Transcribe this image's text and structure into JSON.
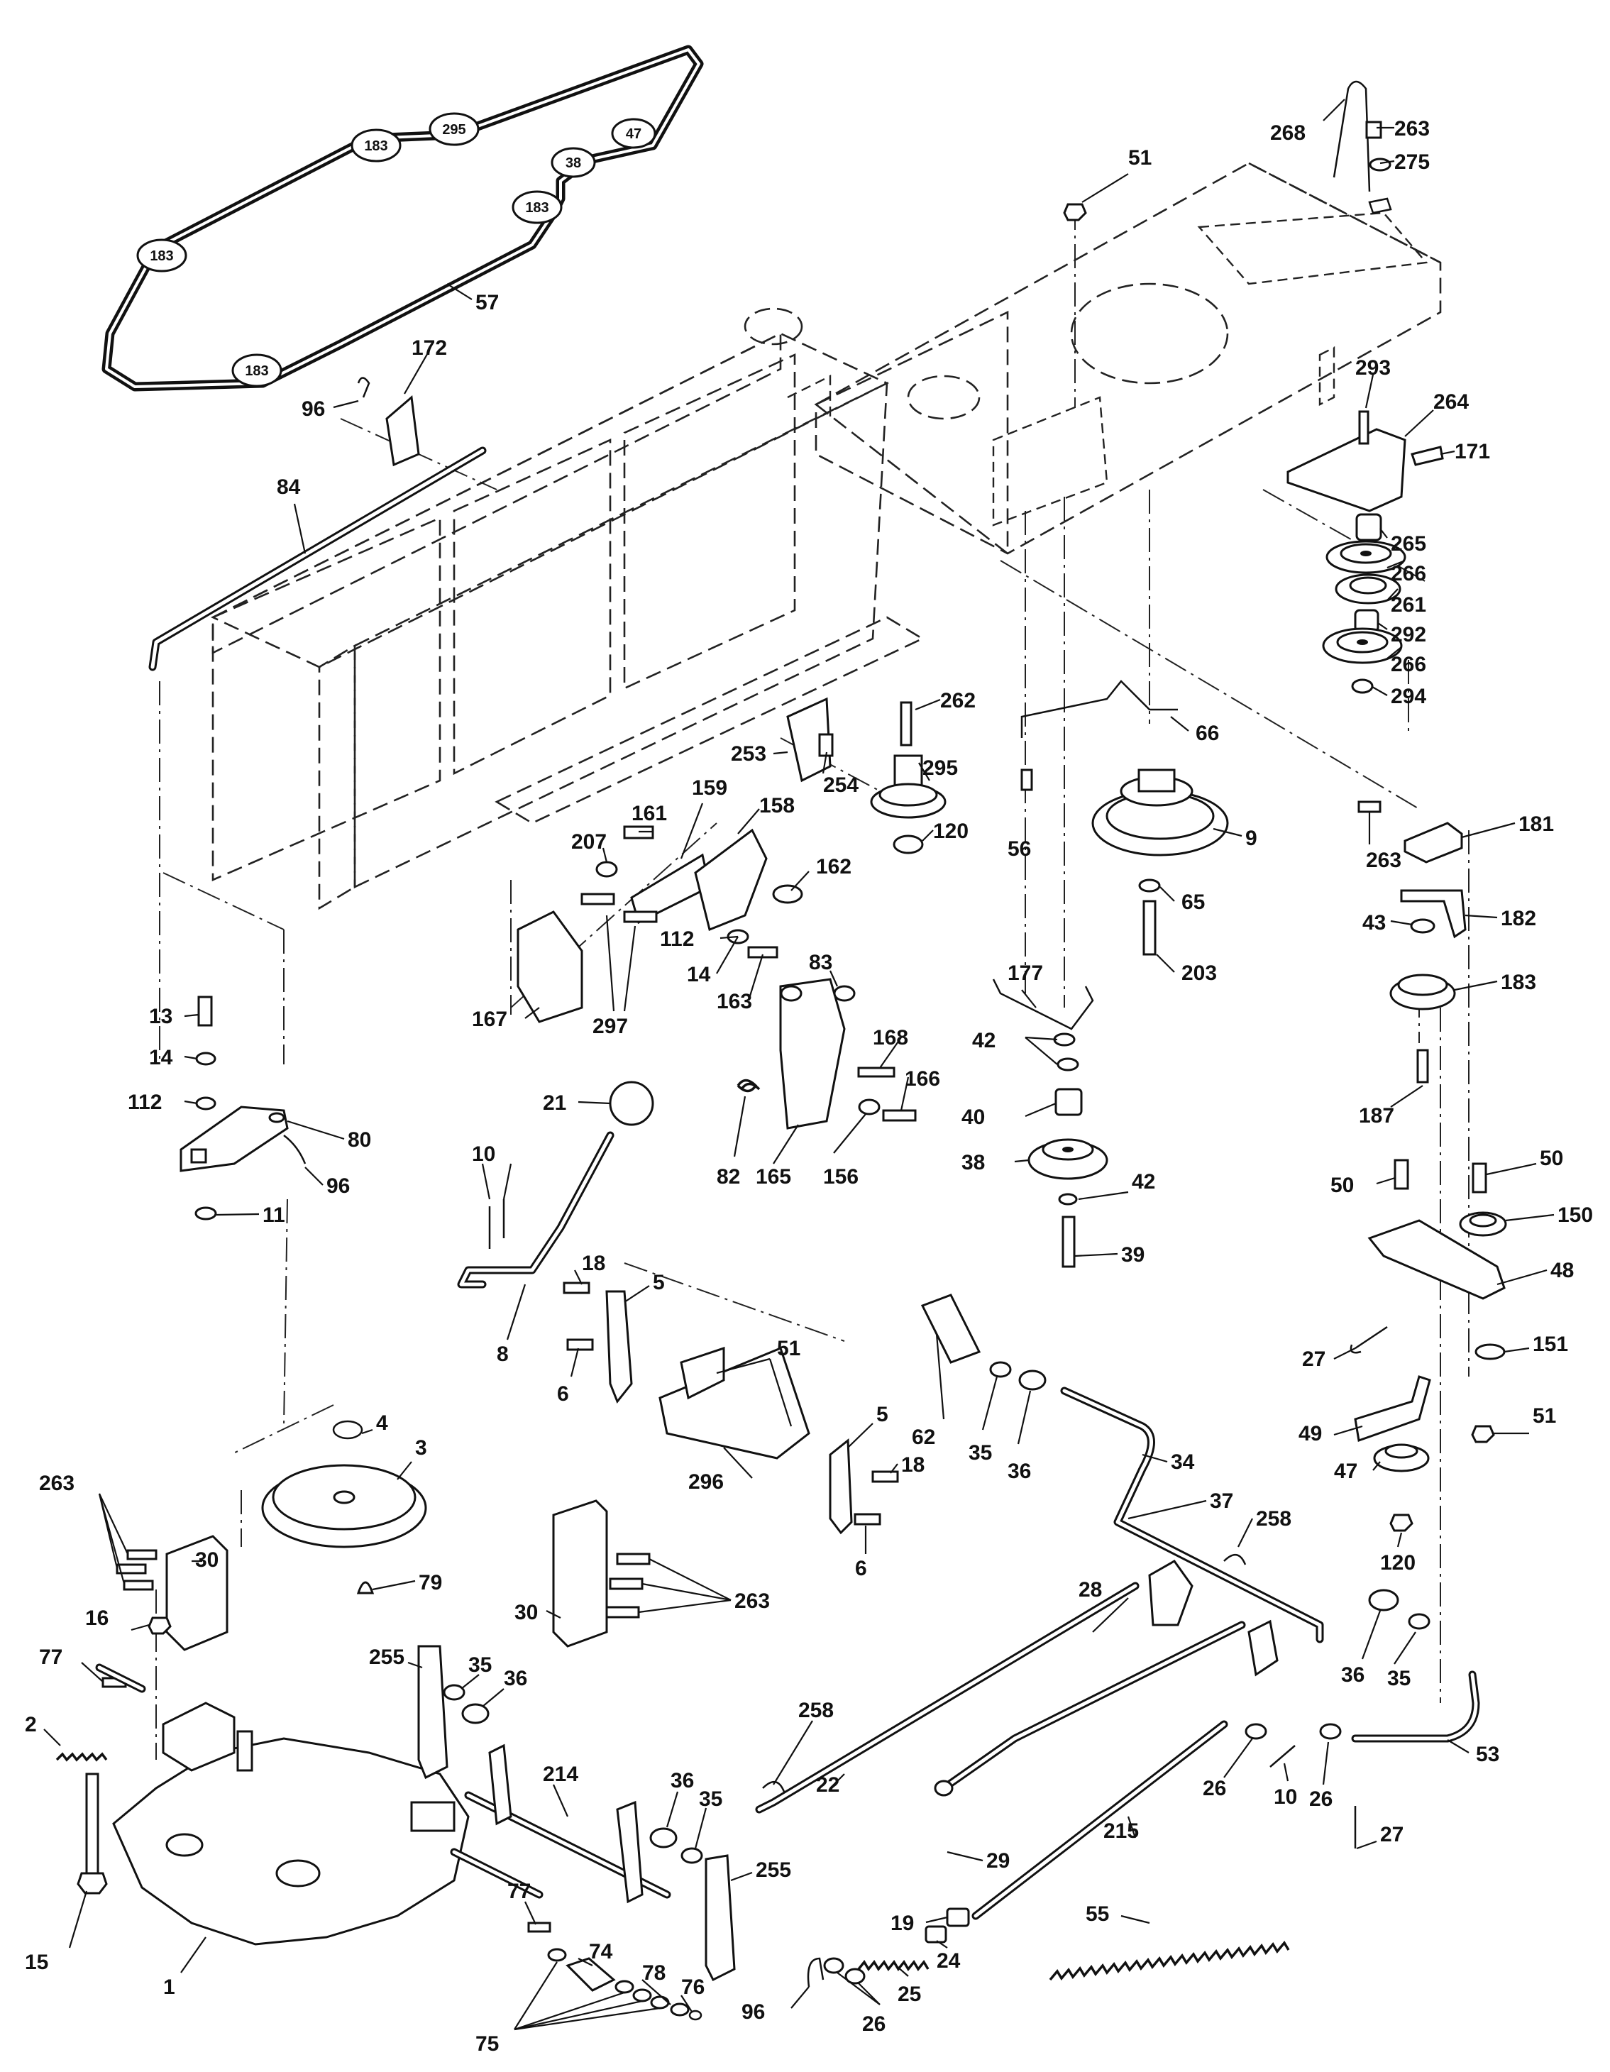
{
  "belt_tags": [
    "183",
    "295",
    "47",
    "38",
    "183",
    "183",
    "183"
  ],
  "callouts": {
    "l268": "268",
    "l263a": "263",
    "l275": "275",
    "l51a": "51",
    "l57": "57",
    "l172": "172",
    "l96a": "96",
    "l84": "84",
    "l293": "293",
    "l264": "264",
    "l171": "171",
    "l265": "265",
    "l266a": "266",
    "l261": "261",
    "l292": "292",
    "l266b": "266",
    "l294": "294",
    "l262": "262",
    "l66": "66",
    "l295": "295",
    "l120a": "120",
    "l56": "56",
    "l9": "9",
    "l253": "253",
    "l254": "254",
    "l263b": "263",
    "l181": "181",
    "l182": "182",
    "l43": "43",
    "l183": "183",
    "l187": "187",
    "l65": "65",
    "l203": "203",
    "l161": "161",
    "l159": "159",
    "l158": "158",
    "l207": "207",
    "l162": "162",
    "l112a": "112",
    "l14a": "14",
    "l163": "163",
    "l83": "83",
    "l167": "167",
    "l297": "297",
    "l177": "177",
    "l42a": "42",
    "l40": "40",
    "l38": "38",
    "l42b": "42",
    "l39": "39",
    "l13": "13",
    "l14b": "14",
    "l112b": "112",
    "l80": "80",
    "l96b": "96",
    "l11": "11",
    "l168": "168",
    "l166": "166",
    "l82": "82",
    "l165": "165",
    "l156": "156",
    "l21": "21",
    "l10a": "10",
    "l8": "8",
    "l18a": "18",
    "l5a": "5",
    "l6a": "6",
    "l51b": "51",
    "l5b": "5",
    "l18b": "18",
    "l6b": "6",
    "l296": "296",
    "l62": "62",
    "l35a": "35",
    "l36a": "36",
    "l34": "34",
    "l37": "37",
    "l258a": "258",
    "l50a": "50",
    "l50b": "50",
    "l150": "150",
    "l48": "48",
    "l27a": "27",
    "l151": "151",
    "l49": "49",
    "l51c": "51",
    "l47": "47",
    "l120b": "120",
    "l4": "4",
    "l3": "3",
    "l263c": "263",
    "l30a": "30",
    "l16": "16",
    "l79": "79",
    "l30b": "30",
    "l263d": "263",
    "l77a": "77",
    "l2": "2",
    "l255a": "255",
    "l35b": "35",
    "l36b": "36",
    "l214": "214",
    "l36c": "36",
    "l35c": "35",
    "l255b": "255",
    "l28": "28",
    "l36d": "36",
    "l35d": "35",
    "l258b": "258",
    "l22": "22",
    "l29": "29",
    "l26a": "26",
    "l10b": "10",
    "l26b": "26",
    "l53": "53",
    "l215": "215",
    "l27b": "27",
    "l15": "15",
    "l1": "1",
    "l77b": "77",
    "l74": "74",
    "l78": "78",
    "l76": "76",
    "l75": "75",
    "l19": "19",
    "l24": "24",
    "l25": "25",
    "l26c": "26",
    "l96c": "96",
    "l55": "55"
  }
}
